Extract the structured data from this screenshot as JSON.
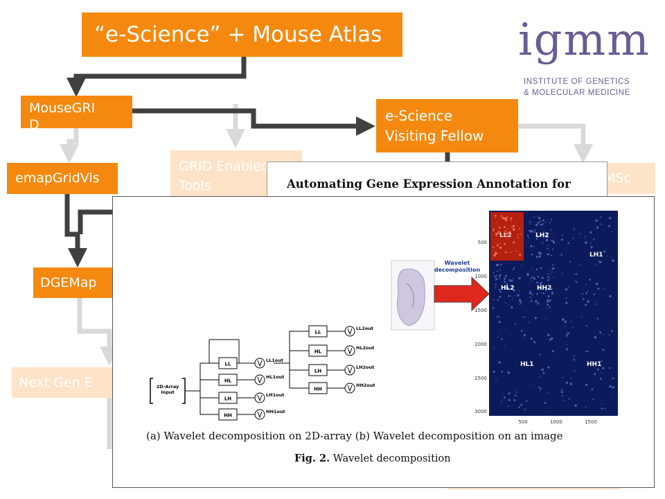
{
  "title": "“e-Science” + Mouse Atlas",
  "boxes": {
    "mousegrid": "MouseGRI\nD",
    "visiting_fellow": "e-Science\nVisiting Fellow",
    "emapgridvis": "emapGridVis",
    "grid_enabled_tools": "GRID Enabled\nTools",
    "msc": "MSc",
    "dgemap": "DGEMap",
    "next_gen": "Next Gen E"
  },
  "logo": {
    "wordmark": "igmm",
    "line1": "INSTITUTE OF GENETICS",
    "line2": "& MOLECULAR MEDICINE"
  },
  "paper_title": "Automating Gene Expression Annotation for",
  "figure": {
    "caption_parts": "(a) Wavelet decomposition on 2D-array (b) Wavelet decomposition on an image",
    "fig_label": "Fig. 2.",
    "fig_text": "Wavelet decomposition",
    "arrow_label": "Wavelet decomposition",
    "input_label": "2D-Array Input",
    "filters_level1": [
      "LL",
      "HL",
      "LH",
      "HH"
    ],
    "outputs_level1": [
      "LL1out",
      "HL1out",
      "LH1out",
      "HH1out"
    ],
    "filters_level2": [
      "LL",
      "HL",
      "LH",
      "HH"
    ],
    "outputs_level2": [
      "LL2out",
      "HL2out",
      "LH2out",
      "HH2out"
    ],
    "subbands": [
      "LL2",
      "LH2",
      "HL2",
      "HH2",
      "LH1",
      "HL1",
      "HH1"
    ],
    "y_ticks": [
      "500",
      "1000",
      "1500",
      "2000",
      "2500",
      "3000"
    ],
    "x_ticks": [
      "500",
      "1000",
      "1500"
    ]
  },
  "colors": {
    "orange": "#f5890f",
    "faded_orange": "#fde3c7",
    "arrow_dark": "#404040",
    "arrow_light": "#d9d9d9",
    "logo_purple": "#6a5b95"
  }
}
